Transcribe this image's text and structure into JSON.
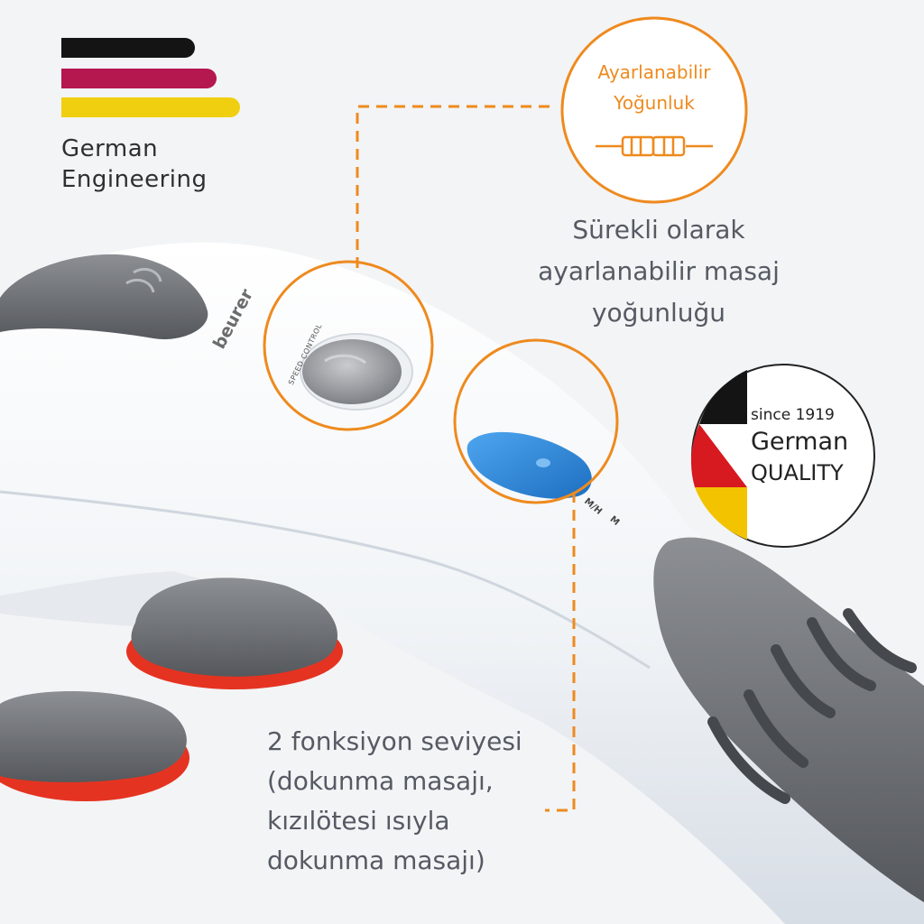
{
  "german_engineering": {
    "line1": "German",
    "line2": "Engineering",
    "stripe_colors": [
      "#141414",
      "#b5174f",
      "#f0cf10"
    ]
  },
  "intensity_badge": {
    "line1": "Ayarlanabilir",
    "line2": "Yoğunluk",
    "icon": "slider-resistor-icon",
    "accent_color": "#ee8a1e"
  },
  "callout_top": {
    "line1": "Sürekli olarak",
    "line2": "ayarlanabilir masaj",
    "line3": "yoğunluğu"
  },
  "callout_bottom": {
    "line1": "2 fonksiyon seviyesi",
    "line2": "(dokunma masajı,",
    "line3": "kızılötesi ısıyla",
    "line4": "dokunma masajı)"
  },
  "quality_seal": {
    "since": "since 1919",
    "line1": "German",
    "line2": "QUALITY",
    "colors": [
      "#141414",
      "#d71920",
      "#f3c300"
    ]
  },
  "device": {
    "brand": "beurer",
    "speed_control_label": "SPEED CONTROL",
    "switch_label_1": "M/H",
    "switch_label_2": "M",
    "button_color": "#2f86d6",
    "infrared_color": "#e53321"
  }
}
